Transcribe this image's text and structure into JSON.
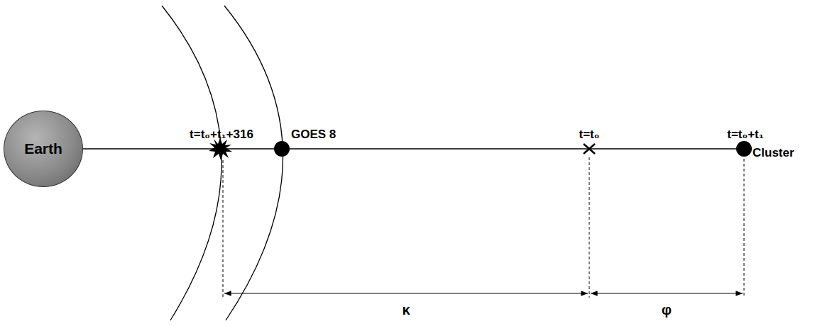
{
  "diagram": {
    "nodes": [
      {
        "text": [
          "Earth"
        ]
      },
      {
        "text": [
          "GOES 8"
        ]
      },
      {
        "text": [
          "Cluster"
        ]
      }
    ],
    "edges": [
      {
        "from": 0,
        "to": 1,
        "arrow": "none"
      },
      {
        "from": 1,
        "to": 2,
        "arrow": "none"
      }
    ],
    "labels": [
      "t=t₀+t₁+316",
      "t=t₀",
      "t=t₀+t₁",
      "κ",
      "φ"
    ]
  }
}
